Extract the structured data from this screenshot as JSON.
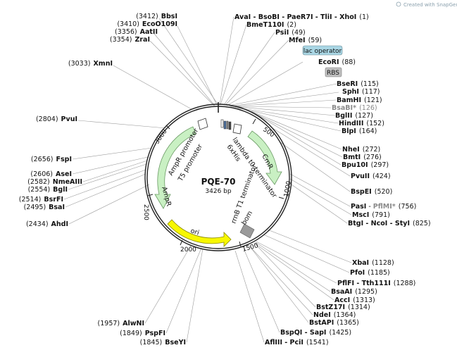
{
  "plasmid": {
    "name": "PQE-70",
    "length_label": "3426 bp",
    "length": 3426
  },
  "credit": "Created with SnapGene®",
  "ticks": [
    "500",
    "1000",
    "1500",
    "2000",
    "2500",
    "3000"
  ],
  "colors": {
    "backbone": "#222222",
    "feature_green": "#c9f0c3",
    "feature_green_edge": "#6a9a64",
    "ori_yellow": "#f7f700",
    "lac_box": "#a9d6e4",
    "rbs_box": "#bfbfbf",
    "promoter_white": "#ffffff",
    "terminator_grey": "#9a9a9a",
    "grey_text": "#8a8a8a"
  },
  "features": {
    "lac_operator": "lac operator",
    "rbs": "RBS",
    "ampr_promoter": "AmpR promoter",
    "t5_promoter": "T5 promoter",
    "lambda_t0": "lambda t0 terminator",
    "sixhis": "6xHis",
    "cmr": "CmR",
    "ampr": "AmpR",
    "ori": "ori",
    "rrnb_t1": "rrnB T1 terminator",
    "bom": "bom"
  },
  "sites": {
    "bbsi": {
      "pos": "(3412)",
      "name": "BbsI",
      "grey": false
    },
    "ecoo109i": {
      "pos": "(3410)",
      "name": "EcoO109I",
      "grey": false
    },
    "aatii": {
      "pos": "(3356)",
      "name": "AatII",
      "grey": false
    },
    "zrai": {
      "pos": "(3354)",
      "name": "ZraI",
      "grey": false
    },
    "xmni": {
      "pos": "(3033)",
      "name": "XmnI",
      "grey": false
    },
    "pvui": {
      "pos": "(2804)",
      "name": "PvuI",
      "grey": false
    },
    "fspi": {
      "pos": "(2656)",
      "name": "FspI",
      "grey": false
    },
    "asei": {
      "pos": "(2606)",
      "name": "AseI",
      "grey": false
    },
    "nmeaiii": {
      "pos": "(2582)",
      "name": "NmeAIII",
      "grey": false
    },
    "bgli": {
      "pos": "(2554)",
      "name": "BglI",
      "grey": false
    },
    "bsrfi": {
      "pos": "(2514)",
      "name": "BsrFI",
      "grey": false
    },
    "bsai": {
      "pos": "(2495)",
      "name": "BsaI",
      "grey": false
    },
    "ahdi": {
      "pos": "(2434)",
      "name": "AhdI",
      "grey": false
    },
    "alwni": {
      "pos": "(1957)",
      "name": "AlwNI",
      "grey": false
    },
    "pspfi": {
      "pos": "(1849)",
      "name": "PspFI",
      "grey": false
    },
    "bseyi": {
      "pos": "(1845)",
      "name": "BseYI",
      "grey": false
    },
    "ava1": {
      "pos": "(1)",
      "name": "AvaI - BsoBI - PaeR7I - TliI - XhoI",
      "grey": false
    },
    "bmet110i": {
      "pos": "(2)",
      "name": "BmeT110I",
      "grey": false
    },
    "psii": {
      "pos": "(49)",
      "name": "PsiI",
      "grey": false
    },
    "mfei": {
      "pos": "(59)",
      "name": "MfeI",
      "grey": false
    },
    "ecori": {
      "pos": "(88)",
      "name": "EcoRI",
      "grey": false
    },
    "bseri": {
      "pos": "(115)",
      "name": "BseRI",
      "grey": false
    },
    "sphi": {
      "pos": "(117)",
      "name": "SphI",
      "grey": false
    },
    "bamhi": {
      "pos": "(121)",
      "name": "BamHI",
      "grey": false
    },
    "bsabi": {
      "pos": "(126)",
      "name": "BsaBI*",
      "grey": true
    },
    "bglii": {
      "pos": "(127)",
      "name": "BglII",
      "grey": false
    },
    "hindiii": {
      "pos": "(152)",
      "name": "HindIII",
      "grey": false
    },
    "blpi": {
      "pos": "(164)",
      "name": "BlpI",
      "grey": false
    },
    "nhei": {
      "pos": "(272)",
      "name": "NheI",
      "grey": false
    },
    "bmti": {
      "pos": "(276)",
      "name": "BmtI",
      "grey": false
    },
    "bpu10i": {
      "pos": "(297)",
      "name": "Bpu10I",
      "grey": false
    },
    "pvuii": {
      "pos": "(424)",
      "name": "PvuII",
      "grey": false
    },
    "bspei": {
      "pos": "(520)",
      "name": "BspEI",
      "grey": false
    },
    "pasi": {
      "pos": "(756)",
      "name": "PasI",
      "grey": false,
      "extra": "PflMI*"
    },
    "msci": {
      "pos": "(791)",
      "name": "MscI",
      "grey": false
    },
    "btgi": {
      "pos": "(825)",
      "name": "BtgI - NcoI - StyI",
      "grey": false
    },
    "xbai": {
      "pos": "(1128)",
      "name": "XbaI",
      "grey": false
    },
    "pfoi": {
      "pos": "(1185)",
      "name": "PfoI",
      "grey": false
    },
    "pflfi": {
      "pos": "(1288)",
      "name": "PflFI - Tth111I",
      "grey": false
    },
    "bsaai": {
      "pos": "(1295)",
      "name": "BsaAI",
      "grey": false
    },
    "acci": {
      "pos": "(1313)",
      "name": "AccI",
      "grey": false
    },
    "bstz17i": {
      "pos": "(1314)",
      "name": "BstZ17I",
      "grey": false
    },
    "ndei": {
      "pos": "(1364)",
      "name": "NdeI",
      "grey": false
    },
    "bstapi": {
      "pos": "(1365)",
      "name": "BstAPI",
      "grey": false
    },
    "bspqi": {
      "pos": "(1425)",
      "name": "BspQI - SapI",
      "grey": false
    },
    "afliii": {
      "pos": "(1541)",
      "name": "AflIII - PciI",
      "grey": false
    }
  }
}
